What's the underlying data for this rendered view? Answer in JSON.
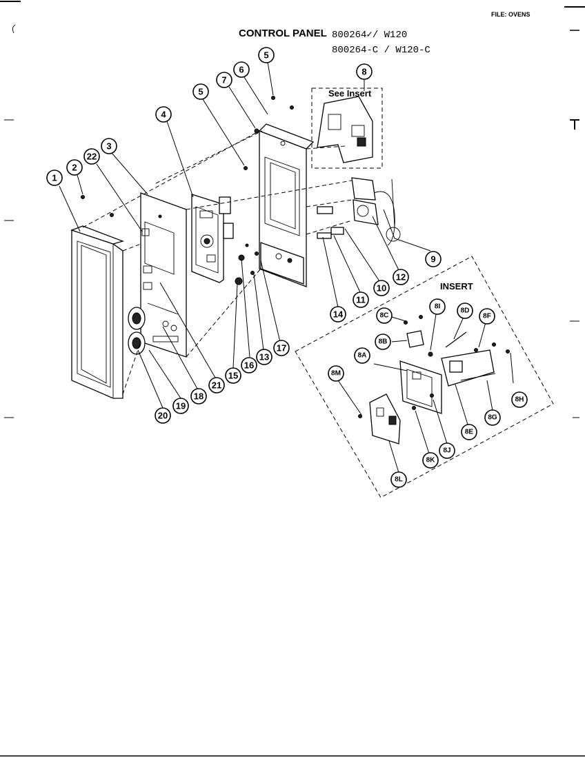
{
  "file_label": "FILE: OVENS",
  "title": "CONTROL PANEL",
  "model_line_1": "800264✓/ W120",
  "model_line_2": "800264-C / W120-C",
  "see_insert": "See Insert",
  "insert_heading": "INSERT",
  "callouts": [
    "1",
    "2",
    "22",
    "3",
    "4",
    "5",
    "6",
    "7",
    "5",
    "8",
    "9",
    "12",
    "10",
    "11",
    "14",
    "17",
    "13",
    "16",
    "15",
    "21",
    "18",
    "19",
    "20",
    "8A",
    "8B",
    "8C",
    "8I",
    "8D",
    "8F",
    "8H",
    "8G",
    "8E",
    "8J",
    "8K",
    "8L",
    "8M"
  ]
}
